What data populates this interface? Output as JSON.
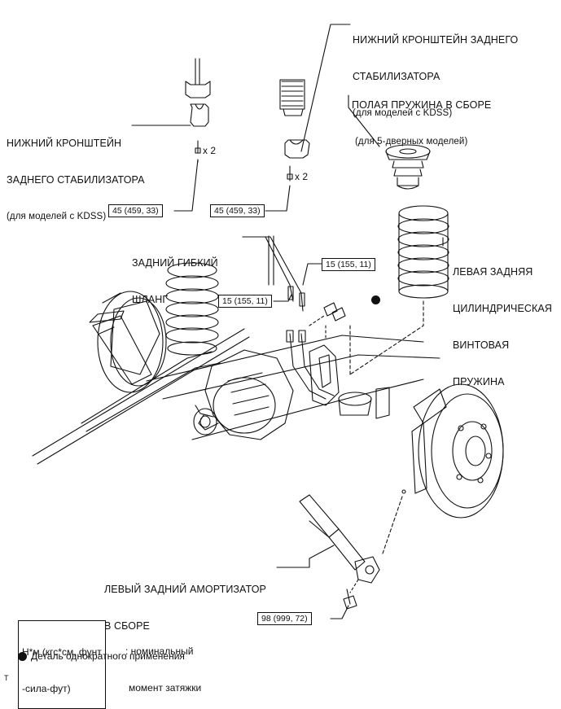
{
  "labels": {
    "upper_bracket": {
      "line1": "НИЖНИЙ КРОНШТЕЙН ЗАДНЕГО",
      "line2": "СТАБИЛИЗАТОРА",
      "line3": "(для моделей с KDSS)"
    },
    "left_bracket": {
      "line1": "НИЖНИЙ КРОНШТЕЙН",
      "line2": "ЗАДНЕГО СТАБИЛИЗАТОРА",
      "line3": "(для моделей с KDSS)"
    },
    "hollow_spring": {
      "line1": "ПОЛАЯ ПРУЖИНА В СБОРЕ",
      "line2": "(для 5-дверных моделей)"
    },
    "brake_hose": {
      "line1": "ЗАДНИЙ ГИБКИЙ",
      "line2": "ШЛАНГ"
    },
    "coil_spring": {
      "line1": "ЛЕВАЯ ЗАДНЯЯ",
      "line2": "ЦИЛИНДРИЧЕСКАЯ",
      "line3": "ВИНТОВАЯ",
      "line4": "ПРУЖИНА"
    },
    "shock": {
      "line1": "ЛЕВЫЙ ЗАДНИЙ АМОРТИЗАТОР",
      "line2": "В СБОРЕ"
    }
  },
  "multipliers": {
    "left": "x 2",
    "right": "x 2"
  },
  "torques": {
    "bracket_left": "45 (459, 33)",
    "bracket_right": "45 (459, 33)",
    "hose_upper": "15 (155, 11)",
    "hose_lower": "15 (155, 11)",
    "shock_bolt": "98 (999, 72)"
  },
  "legend": {
    "unit_box_line1": "Н*м (кгс*см, фунт",
    "unit_box_line2": "-сила-фут)",
    "unit_desc_line1": ": номинальный",
    "unit_desc_line2": "момент затяжки",
    "non_reusable": "Деталь однократного применения"
  },
  "footer_mark": "T"
}
